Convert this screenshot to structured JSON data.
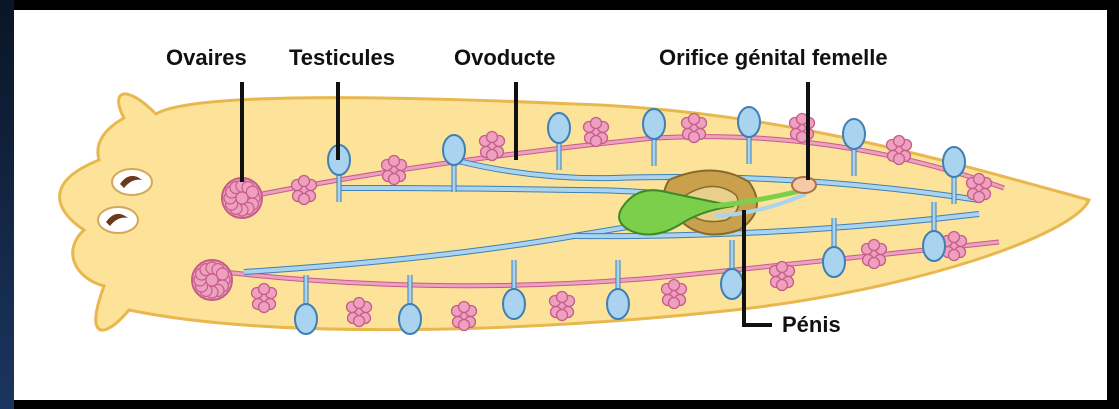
{
  "labels": {
    "ovaires": "Ovaires",
    "testicules": "Testicules",
    "ovoducte": "Ovoducte",
    "orifice": "Orifice génital femelle",
    "penis": "Pénis"
  },
  "colors": {
    "body": "#fde29a",
    "body_outline": "#e8b84f",
    "testis": "#a9d3ef",
    "testis_outline": "#3f7fb3",
    "ovary": "#ef9fbf",
    "ovary_outline": "#c45e88",
    "penis": "#7ccf4a",
    "gland": "#c9a14d",
    "leader": "#111111"
  }
}
